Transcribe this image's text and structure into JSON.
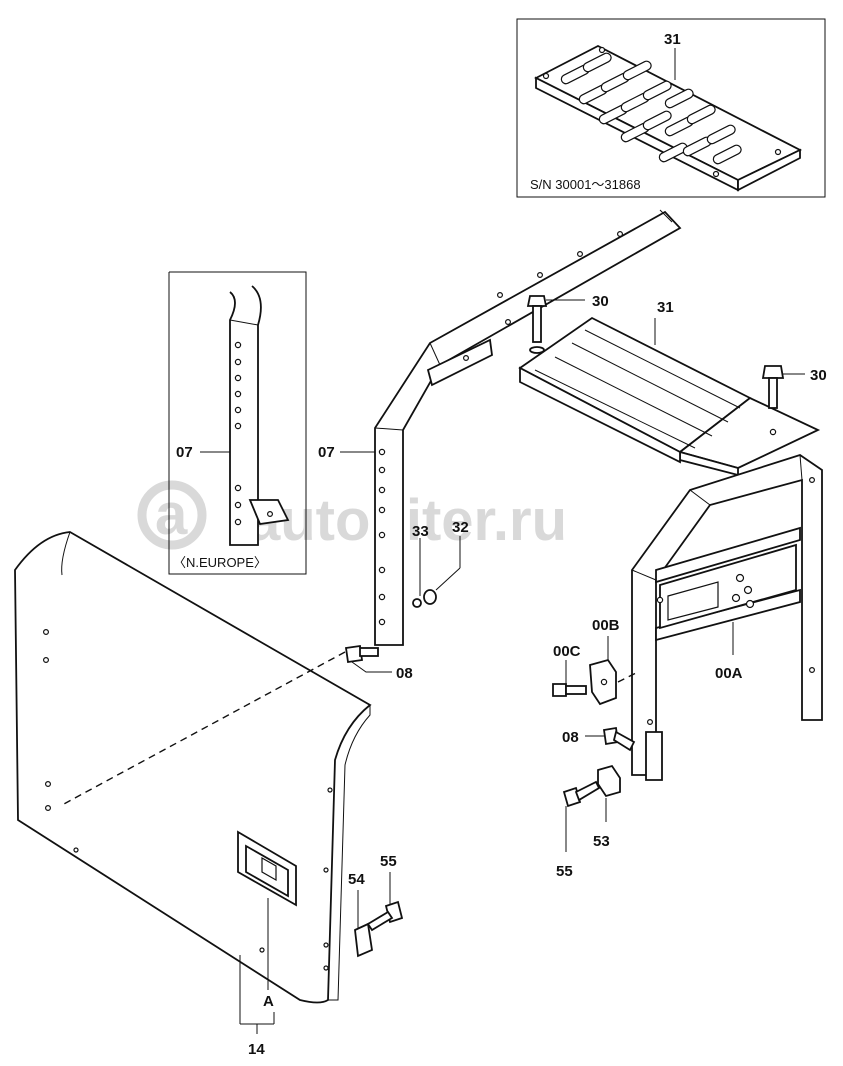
{
  "labels": {
    "inset_top_part": "31",
    "serial_range": "S/N 30001～31868",
    "inset_left_part": "07",
    "inset_left_caption": "〈N.EUROPE〉",
    "bolt_top": "30",
    "step_main": "31",
    "bolt_right": "30",
    "frame_left": "07",
    "nut_33": "33",
    "washer_32": "32",
    "bolt_08_left": "08",
    "bolt_00c": "00C",
    "bracket_00b": "00B",
    "frame_00a": "00A",
    "bolt_08_right": "08",
    "bolt_55_right": "55",
    "clip_53": "53",
    "clip_54": "54",
    "bolt_55_lower": "55",
    "handle_a": "A",
    "door_14": "14"
  },
  "watermark": "autopiter.ru",
  "colors": {
    "line": "#111111",
    "watermark": "#d9d9d9",
    "background": "#ffffff"
  }
}
